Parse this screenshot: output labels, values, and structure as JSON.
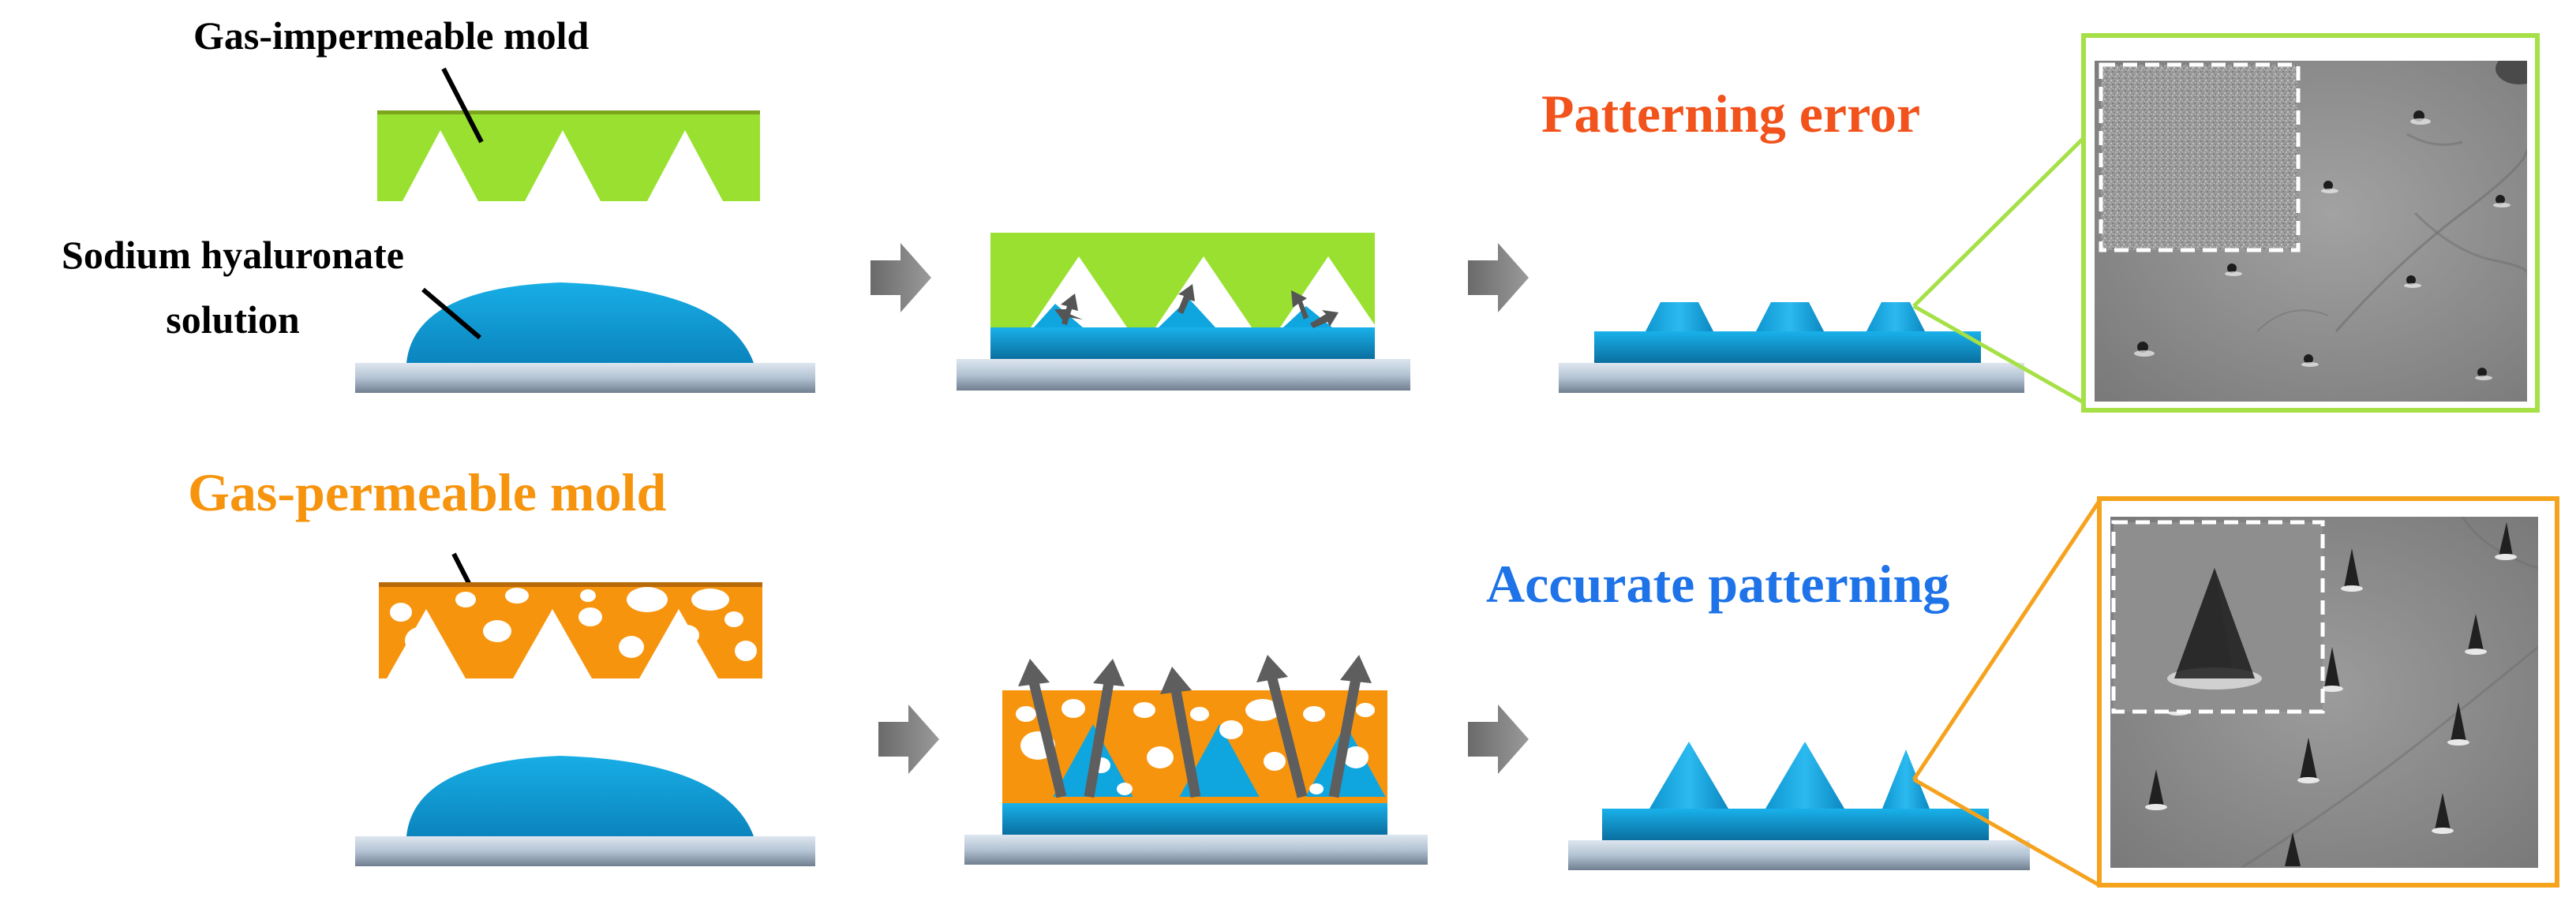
{
  "labels": {
    "impermeable_mold": "Gas-impermeable mold",
    "solution_line1": "Sodium hyaluronate",
    "solution_line2": "solution",
    "permeable_mold": "Gas-permeable mold",
    "error": "Patterning error",
    "accurate": "Accurate patterning"
  },
  "colors": {
    "impermeable_mold": "#99e030",
    "permeable_mold": "#f7940e",
    "solution": "#0fa6e0",
    "substrate": "#b9c8d8",
    "arrow": "#7a7a7a",
    "gas_arrow": "#5e5e5e",
    "error_text": "#f2521b",
    "accurate_text": "#1e73e8",
    "error_frame": "#a6e047",
    "accurate_frame": "#f5a21d",
    "sem_background": "#8f8f8f"
  }
}
